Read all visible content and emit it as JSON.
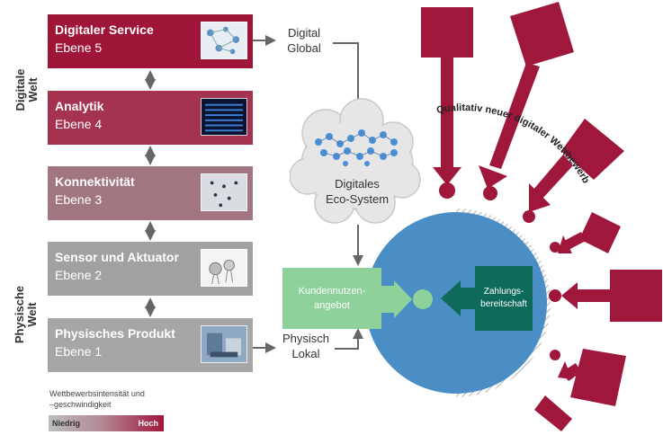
{
  "layers": [
    {
      "title": "Digitaler Service",
      "level": "Ebene 5",
      "color": "#9e1538"
    },
    {
      "title": "Analytik",
      "level": "Ebene 4",
      "color": "#a5324f"
    },
    {
      "title": "Konnektivität",
      "level": "Ebene 3",
      "color": "#a27681"
    },
    {
      "title": "Sensor und Aktuator",
      "level": "Ebene 2",
      "color": "#a1a1a1"
    },
    {
      "title": "Physisches Produkt",
      "level": "Ebene 1",
      "color": "#a6a6a6"
    }
  ],
  "side_labels": {
    "digital": "Digitale\nWelt",
    "physical": "Physische\nWelt"
  },
  "digital_global": "Digital\nGlobal",
  "physisch_lokal": "Physisch\nLokal",
  "eco_system": "Digitales\nEco-System",
  "kundennutzen": "Kundennutzen-\nangebot",
  "zahlungs": "Zahlungs-\nbereitschaft",
  "arc_text": "Qualitativ neuer digitaler Wettbewerb",
  "legend": {
    "title": "Wettbewerbsintensität und\n–geschwindigkeit",
    "low": "Niedrig",
    "high": "Hoch"
  },
  "colors": {
    "crimson": "#a0173c",
    "blue": "#4a8ec5",
    "green": "#8fd19a",
    "teal": "#0e6b59",
    "gray": "#a6a6a6"
  }
}
